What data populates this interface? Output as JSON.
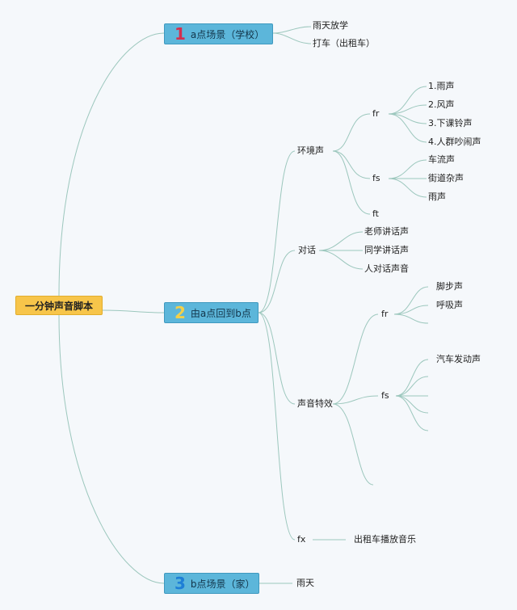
{
  "root": {
    "label": "一分钟声音脚本"
  },
  "scenes": [
    {
      "number": "1",
      "label": "a点场景（学校）",
      "color": "#d32f4e",
      "children": [
        "雨天放学",
        "打车（出租车）"
      ]
    },
    {
      "number": "2",
      "label": "由a点回到b点",
      "color": "#f3d04a"
    },
    {
      "number": "3",
      "label": "b点场景（家）",
      "color": "#1e7fd6",
      "children": [
        "雨天"
      ]
    }
  ],
  "scene2": {
    "ambient": {
      "label": "环境声",
      "fr": {
        "label": "fr",
        "items": [
          "1.雨声",
          "2.风声",
          "3.下课铃声",
          "4.人群吵闹声"
        ]
      },
      "fs": {
        "label": "fs",
        "items": [
          "车流声",
          "街道杂声",
          "雨声"
        ]
      },
      "ft": {
        "label": "ft"
      }
    },
    "dialogue": {
      "label": "对话",
      "items": [
        "老师讲话声",
        "同学讲话声",
        "人对话声音"
      ]
    },
    "effects": {
      "label": "声音特效",
      "fr": {
        "label": "fr",
        "items": [
          "脚步声",
          "呼吸声"
        ]
      },
      "fs": {
        "label": "fs",
        "items": [
          "汽车发动声"
        ]
      }
    },
    "fx": {
      "label": "fx",
      "items": [
        "出租车播放音乐"
      ]
    }
  }
}
